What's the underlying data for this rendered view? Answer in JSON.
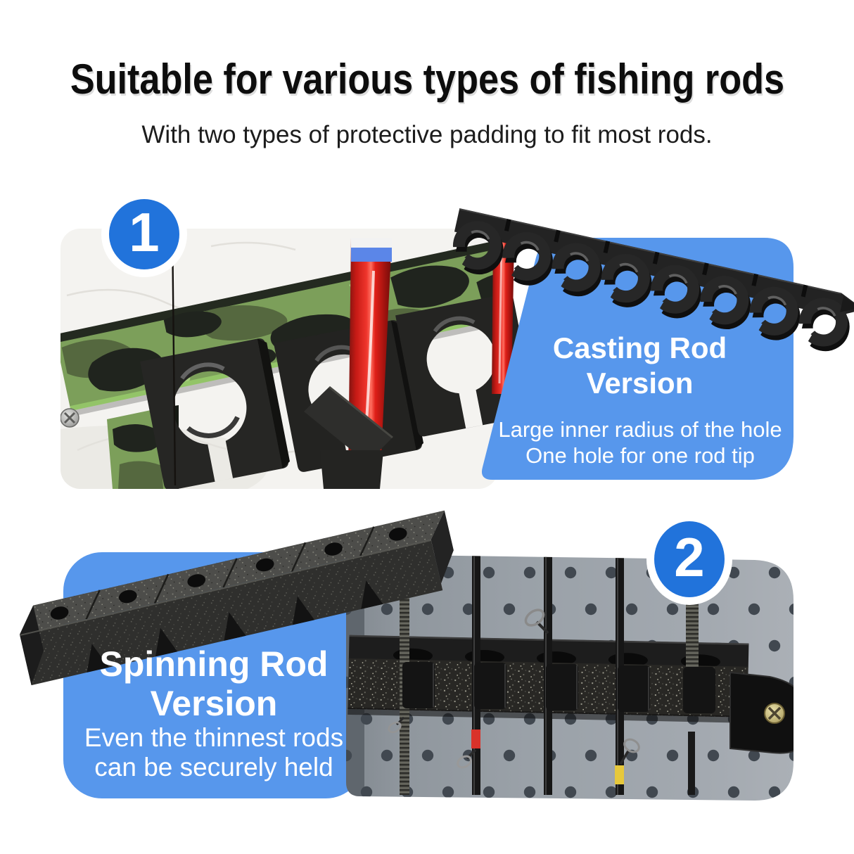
{
  "header": {
    "title": "Suitable for various types of fishing rods",
    "subtitle": "With two types of protective padding to fit most rods."
  },
  "sections": [
    {
      "badge": "1",
      "photo": "camo-casting-rod-rack-holding-red-rod",
      "panel": {
        "title_line1": "Casting Rod",
        "title_line2": "Version",
        "body_line1": "Large inner radius of the hole",
        "body_line2": "One hole for one rod tip"
      }
    },
    {
      "badge": "2",
      "photo": "spinning-rod-rack-on-pegboard-with-foam-strip",
      "panel": {
        "title_line1": "Spinning Rod",
        "title_line2": "Version",
        "body_line1": "Even the thinnest rods",
        "body_line2": "can be securely held"
      }
    }
  ],
  "colors": {
    "panel_blue": "#5797EC",
    "badge_blue": "#2173DB",
    "rod_red": "#E01F18",
    "camo_green": "#7C9F5A",
    "pegboard_gray": "#9AA1A8",
    "foam_charcoal": "#2D2D2B",
    "title_color": "#0D0D0D"
  }
}
